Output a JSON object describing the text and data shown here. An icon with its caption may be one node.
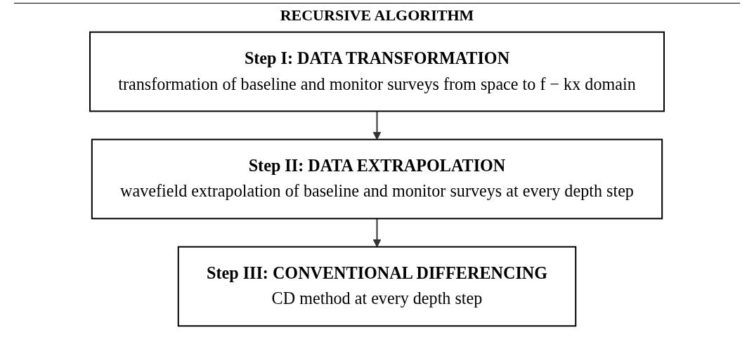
{
  "diagram": {
    "title": "RECURSIVE ALGORITHM",
    "nodes": [
      {
        "text": [
          "Step I: DATA TRANSFORMATION",
          "transformation of baseline and monitor surveys from space to f − kx domain"
        ]
      },
      {
        "text": [
          "Step II: DATA EXTRAPOLATION",
          "wavefield extrapolation of baseline and monitor surveys at every depth step"
        ]
      },
      {
        "text": [
          "Step III: CONVENTIONAL DIFFERENCING",
          "CD method at every depth step"
        ]
      }
    ],
    "edges": [
      {
        "from": 0,
        "to": 1,
        "arrow": "to"
      },
      {
        "from": 1,
        "to": 2,
        "arrow": "to"
      }
    ]
  }
}
